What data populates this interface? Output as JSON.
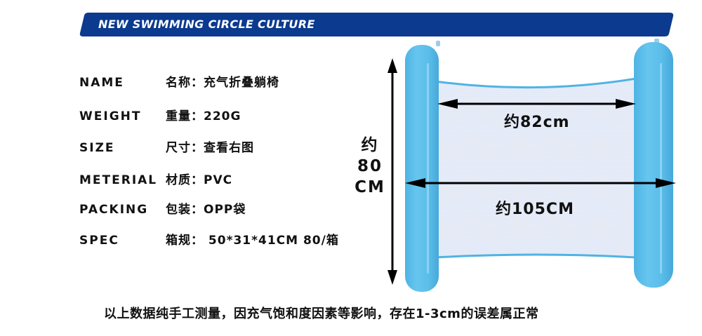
{
  "banner": {
    "title": "NEW SWIMMING CIRCLE CULTURE",
    "color": "#0b3a8e"
  },
  "specs": [
    {
      "key": "NAME",
      "value": "名称：充气折叠躺椅"
    },
    {
      "key": "WEIGHT",
      "value": "重量：220G"
    },
    {
      "key": "SIZE",
      "value": "尺寸：查看右图"
    },
    {
      "key": "METERIAL",
      "value": "材质：PVC"
    },
    {
      "key": "PACKING",
      "value": "包装：OPP袋"
    },
    {
      "key": "SPEC",
      "value": "箱规： 50*31*41CM 80/箱"
    }
  ],
  "product": {
    "image_label": "inflatable-folding-lounger",
    "tube_color": "#5bbde9",
    "mesh_color": "#e6ebf7",
    "dimensions": {
      "height": {
        "line1": "约",
        "line2": "80",
        "line3": "CM"
      },
      "mesh_width": "约82cm",
      "total_width": "约105CM"
    }
  },
  "footer": {
    "note": "以上数据纯手工测量，因充气饱和度因素等影响，存在1-3cm的误差属正常"
  }
}
